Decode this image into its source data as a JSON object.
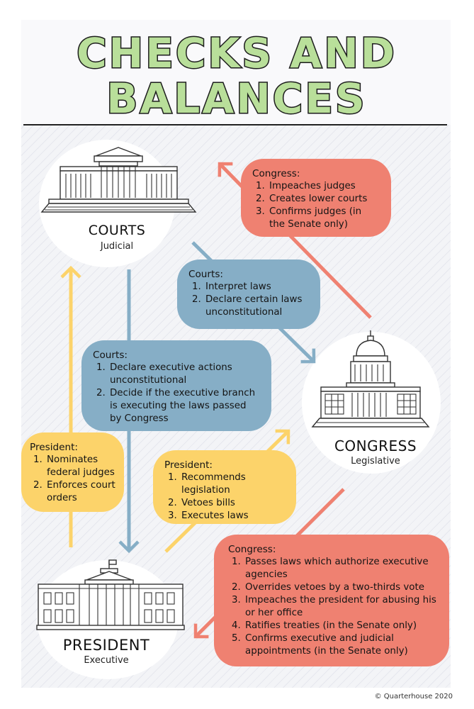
{
  "title": {
    "line1": "CHECKS AND",
    "line2": "BALANCES"
  },
  "colors": {
    "title_fill": "#b9df9a",
    "red": "#ef8171",
    "blue": "#86aec6",
    "yellow": "#fcd36a"
  },
  "branches": {
    "courts": {
      "name": "COURTS",
      "sub": "Judicial",
      "icon": "supreme-court-building-icon"
    },
    "congress": {
      "name": "CONGRESS",
      "sub": "Legislative",
      "icon": "capitol-building-icon"
    },
    "president": {
      "name": "PRESIDENT",
      "sub": "Executive",
      "icon": "white-house-icon"
    }
  },
  "bubbles": {
    "congress_on_courts": {
      "heading": "Congress:",
      "items": [
        "Impeaches judges",
        "Creates lower courts",
        "Confirms judges (in the Senate only)"
      ]
    },
    "courts_on_congress": {
      "heading": "Courts:",
      "items": [
        "Interpret laws",
        "Declare certain laws unconstitutional"
      ]
    },
    "courts_on_president": {
      "heading": "Courts:",
      "items": [
        "Declare executive actions unconstitutional",
        "Decide if the executive branch is executing the laws passed by Congress"
      ]
    },
    "president_on_courts": {
      "heading": "President:",
      "items": [
        "Nominates federal judges",
        "Enforces court orders"
      ]
    },
    "president_on_congress": {
      "heading": "President:",
      "items": [
        "Recommends legislation",
        "Vetoes bills",
        "Executes laws"
      ]
    },
    "congress_on_president": {
      "heading": "Congress:",
      "items": [
        "Passes laws which authorize executive agencies",
        "Overrides vetoes by a two-thirds vote",
        "Impeaches the president for abusing his or her office",
        "Ratifies treaties (in the Senate only)",
        "Confirms executive and judicial appointments (in the Senate only)"
      ]
    }
  },
  "copyright": "© Quarterhouse 2020"
}
